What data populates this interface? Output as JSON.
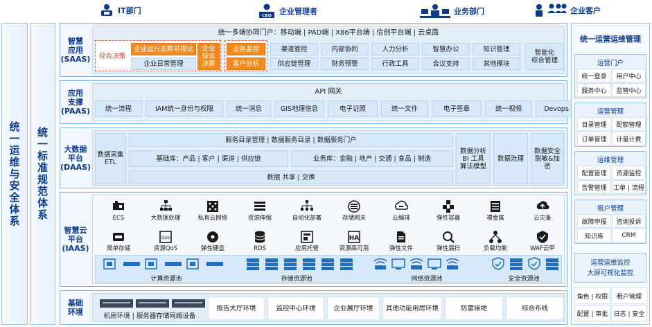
{
  "roles": [
    {
      "label": "IT部门",
      "icon": "it-person-icon"
    },
    {
      "label": "企业管理者",
      "icon": "ceo-icon"
    },
    {
      "label": "业务部门",
      "icon": "business-dept-icon"
    },
    {
      "label": "企业客户",
      "icon": "customers-icon"
    }
  ],
  "left_bars": {
    "ops_security": "统一运维与安全体系",
    "standards": "统一标准规范体系"
  },
  "saas": {
    "name": "智慧\n应用\n(SAAS)",
    "portal": "统一多端协同门户：移动端 | PAD端 | X86平台端 | 信创平台端 | 云桌面",
    "decision": "综合决策",
    "situation": "企业运行态势可视化",
    "daily": "企业日常管理",
    "comprehensive": "企业综合决策",
    "biz_monitor": "业务监控",
    "customer_analysis": "客户分析",
    "apps": [
      "渠道管控",
      "内部协同",
      "人力分析",
      "智慧办公",
      "知识管理",
      "供应链管理",
      "财务预警",
      "行政工具",
      "会议支持",
      "其他模块"
    ],
    "smart": "智能化\n综合管理"
  },
  "paas": {
    "name": "应用\n支撑\n(PAAS)",
    "gateway": "API 网关",
    "items": [
      "统一流程",
      "IAM统一身份与权限",
      "统一消息",
      "GIS地理信息",
      "电子证照",
      "统一文件",
      "电子签章",
      "统一视频",
      "Devops"
    ]
  },
  "daas": {
    "name": "大数据\n平台\n(DAAS)",
    "etl": "数据采集\nETL",
    "catalog": "服务目录管理 | 数据服务目录 | 数据服务门户",
    "base": "基础库：产品 | 客户 | 渠道 | 供应链",
    "business": "业务库：金融 | 地产 | 交通 | 食品 | 制造",
    "share": "数据 共享 | 交换",
    "analysis": "数据分析\nBI 工具\n算法模型",
    "governance": "数据治理",
    "security": "数据安全\n脱敏&加\n密"
  },
  "iaas": {
    "name": "智慧云\n平台\n(IAAS)",
    "row1": [
      {
        "label": "ECS",
        "icon": "ecs-icon"
      },
      {
        "label": "大数据处理",
        "icon": "bigdata-icon"
      },
      {
        "label": "私有云网络",
        "icon": "private-network-icon"
      },
      {
        "label": "资源伸缩",
        "icon": "scaling-icon"
      },
      {
        "label": "自动化部署",
        "icon": "deploy-icon"
      },
      {
        "label": "存储网关",
        "icon": "storage-gateway-icon"
      },
      {
        "label": "云编排",
        "icon": "orchestration-icon"
      },
      {
        "label": "弹性容器",
        "icon": "container-icon"
      },
      {
        "label": "裸金属",
        "icon": "bare-metal-icon"
      },
      {
        "label": "云灾备",
        "icon": "disaster-recovery-icon"
      }
    ],
    "row2": [
      {
        "label": "简单存储",
        "icon": "simple-storage-icon"
      },
      {
        "label": "资源QoS",
        "icon": "qos-icon"
      },
      {
        "label": "弹性硬盘",
        "icon": "elastic-disk-icon"
      },
      {
        "label": "RDS",
        "icon": "rds-icon"
      },
      {
        "label": "应用托管",
        "icon": "app-hosting-icon"
      },
      {
        "label": "资源高可用",
        "icon": "ha-icon"
      },
      {
        "label": "弹性文件",
        "icon": "elastic-file-icon"
      },
      {
        "label": "弹性漏扫",
        "icon": "vuln-scan-icon"
      },
      {
        "label": "负载均衡",
        "icon": "load-balance-icon"
      },
      {
        "label": "WAF云甲",
        "icon": "waf-icon"
      }
    ],
    "pools": [
      "计算资源池",
      "存储资源池",
      "网络资源池",
      "安全资源池"
    ]
  },
  "infra": {
    "name": "基础\n环境",
    "items": [
      "机房环境 | 服务器存储网络设备",
      "报告大厅环境",
      "监控中心环境",
      "企业展厅环境",
      "其他功能用房环境",
      "防雷接地",
      "综合布线"
    ]
  },
  "right": {
    "title": "统一运营运维管理",
    "groups": [
      {
        "title": "运营门户",
        "items": [
          "统一登录",
          "用户中心",
          "服务中心",
          "监管中心"
        ]
      },
      {
        "title": "运营管理",
        "items": [
          "目录管理",
          "配额管理",
          "订单管理",
          "计量计费"
        ]
      },
      {
        "title": "运维管理",
        "items": [
          "配置管理",
          "资源监控",
          "告警管理",
          "工单 | 流程"
        ]
      },
      {
        "title": "租户管理",
        "items": [
          "故障申报",
          "咨询投诉",
          "知识库",
          "CRM"
        ]
      }
    ],
    "monitor": "运营运维监控\n大屏可视化监控",
    "bottom": [
      "角色 | 权限",
      "租户管理",
      "配置 | 审批",
      "日志 | 安全"
    ]
  }
}
